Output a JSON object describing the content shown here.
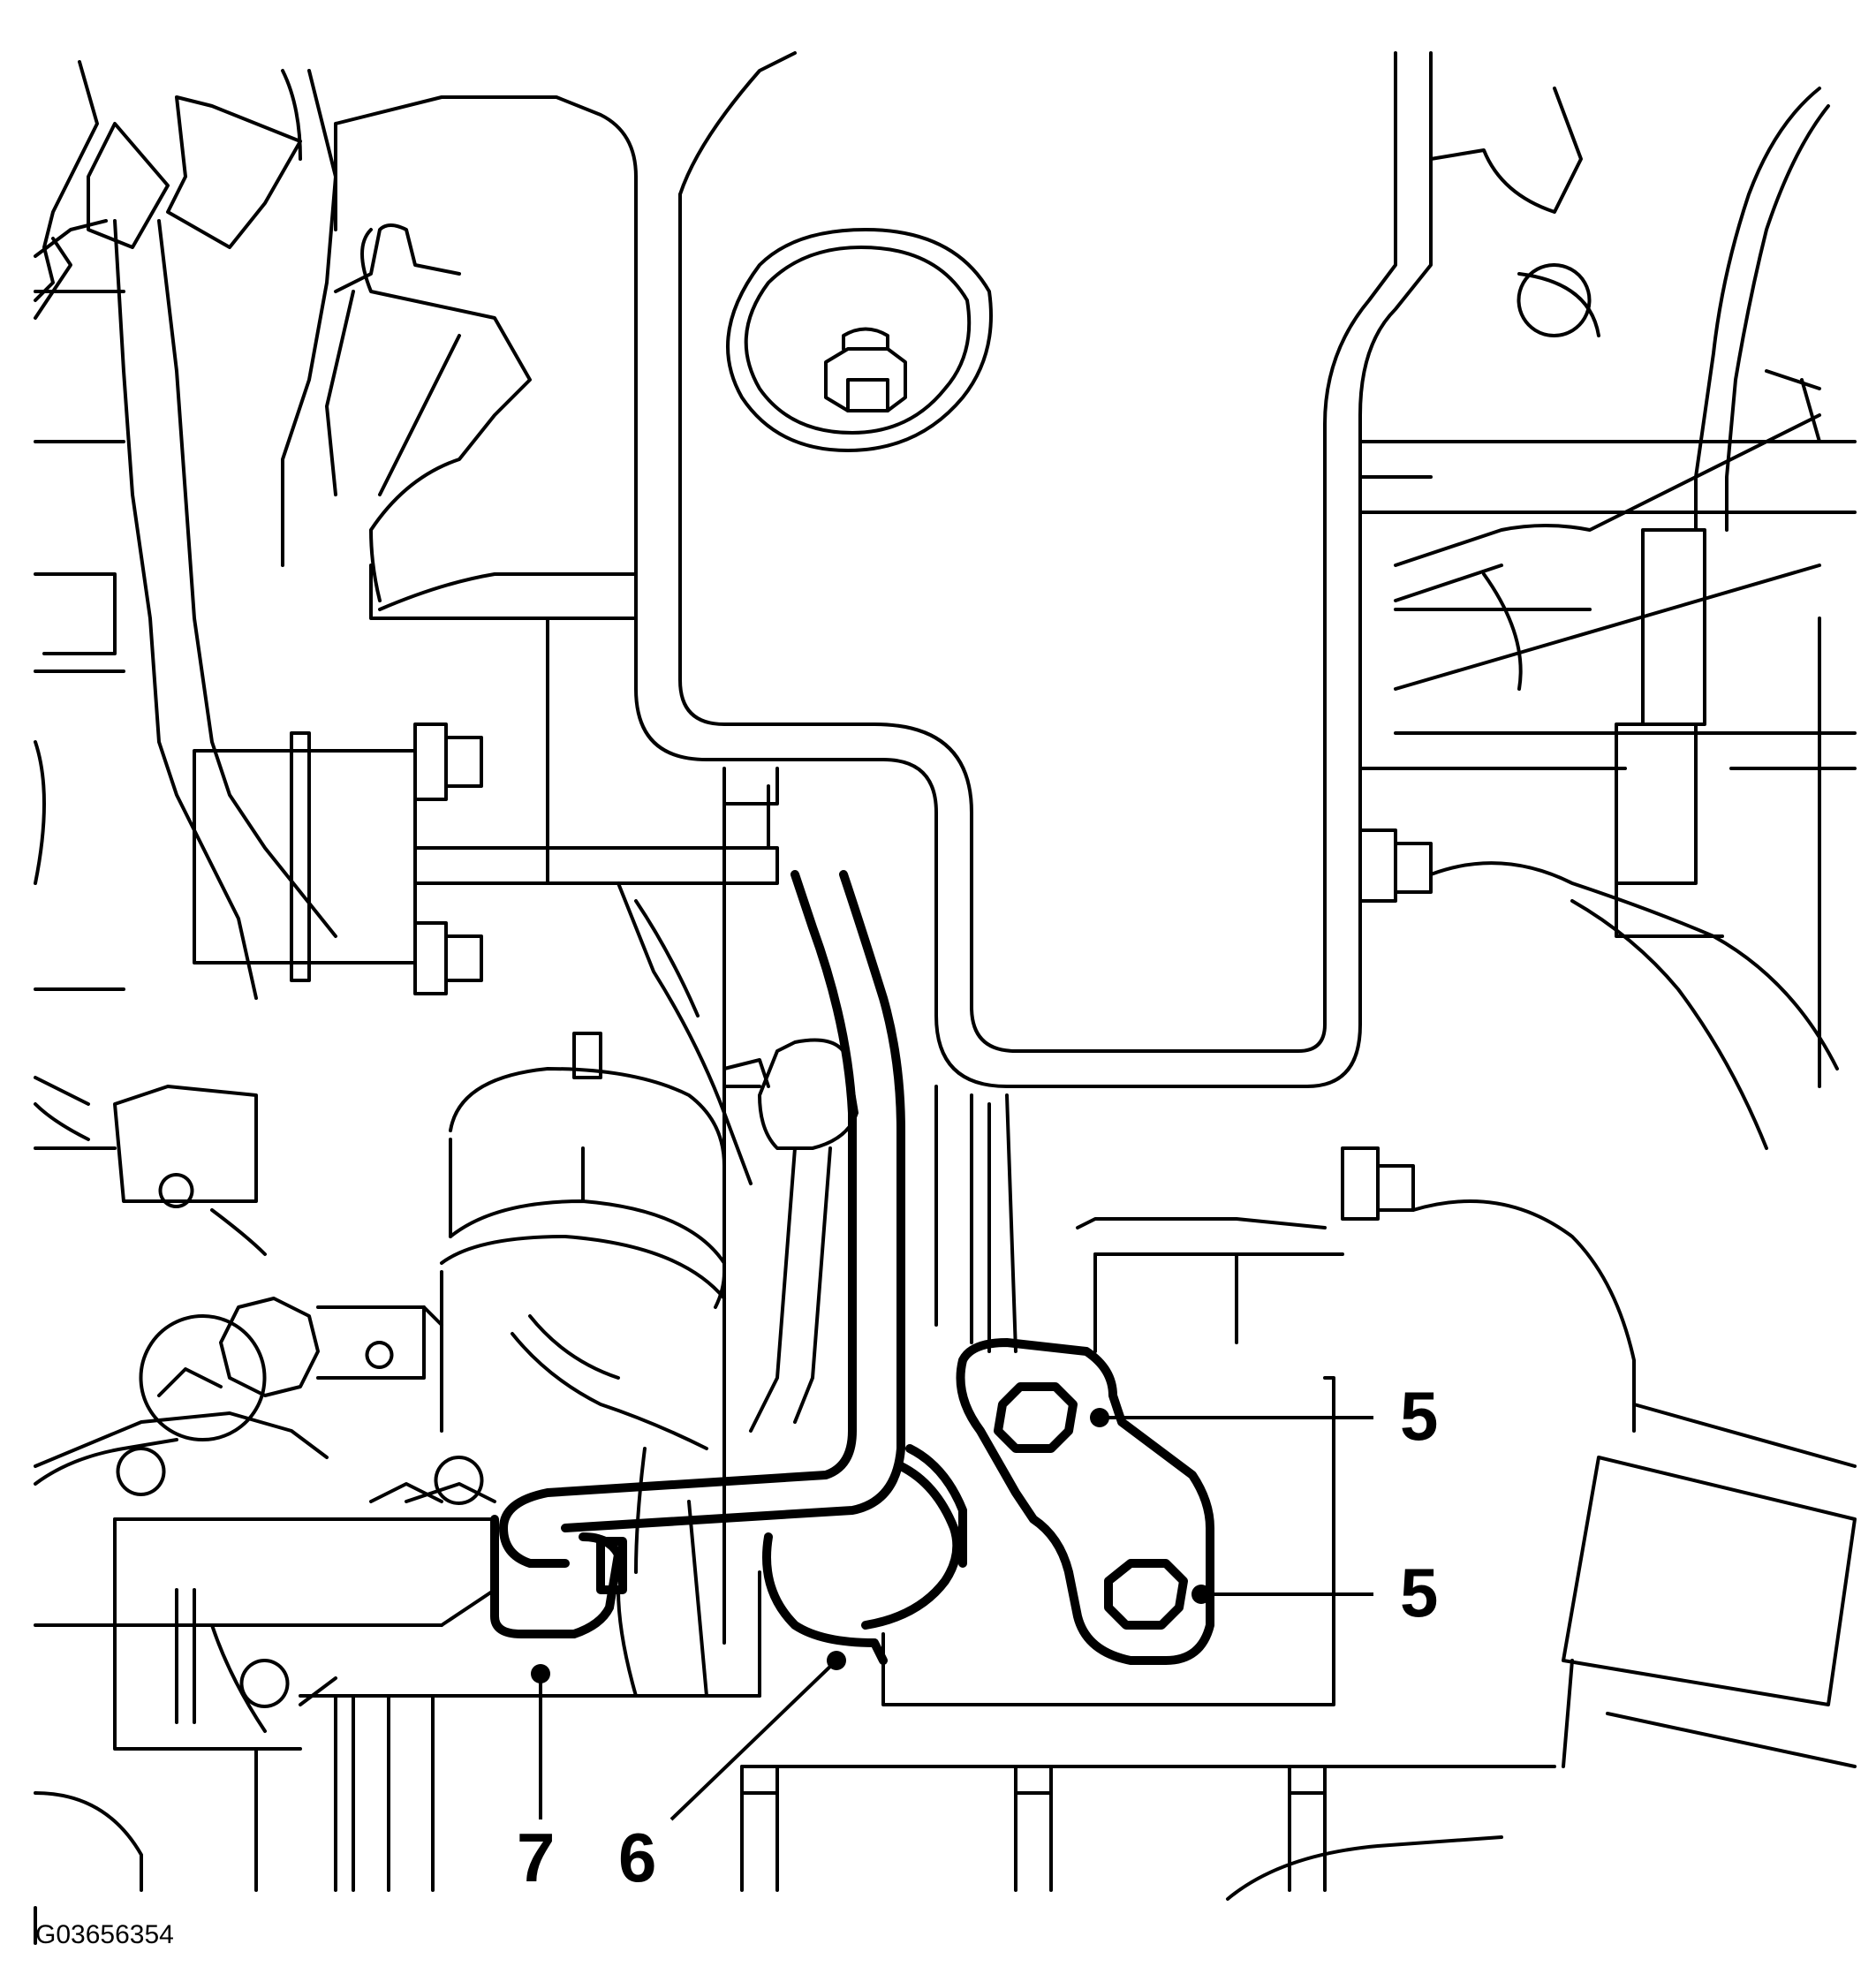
{
  "figure_id": "G03656354",
  "callouts": [
    {
      "label": "5"
    },
    {
      "label": "5"
    },
    {
      "label": "6"
    },
    {
      "label": "7"
    }
  ]
}
